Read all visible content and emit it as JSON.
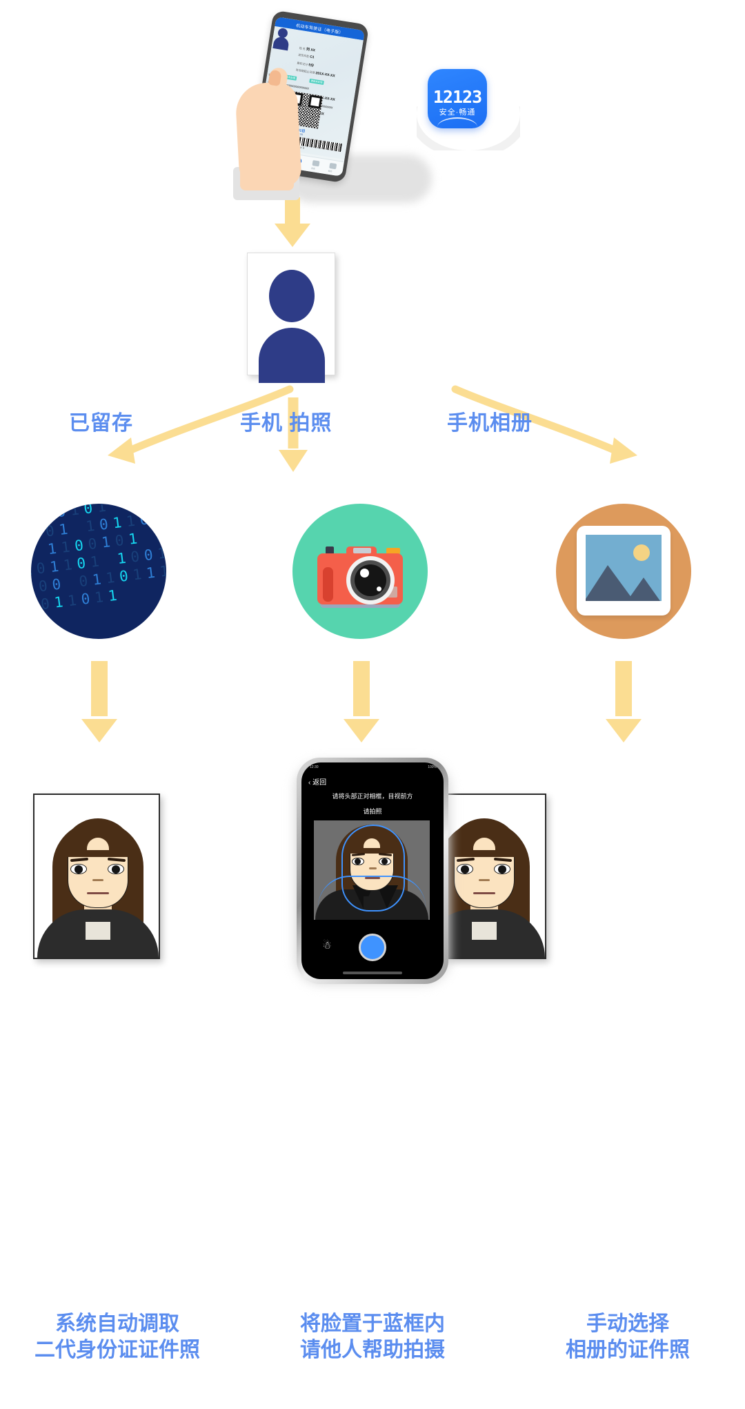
{
  "source_app": {
    "logo_number": "12123",
    "logo_slogan": "安全·畅通"
  },
  "license_card": {
    "title": "机动车驾驶证（电子版）",
    "fields": [
      {
        "label": "姓  名",
        "value": "刘 XX"
      },
      {
        "label": "准驾车型",
        "value": "C1"
      },
      {
        "label": "累积记分",
        "value": "5分"
      },
      {
        "label": "有效期起止日期",
        "value": "201X-XX-XX"
      }
    ],
    "chips": [
      "违法未处理",
      "事故未处理"
    ],
    "rows": [
      {
        "label": "状 态",
        "value": ""
      },
      {
        "label": "证 号",
        "value": "XXXXXXXXXXXXXXXXXX"
      },
      {
        "label": "性 别",
        "value": "男"
      },
      {
        "label": "出生日期",
        "value": "19XX-XX-XX"
      },
      {
        "label": "国 籍",
        "value": "中国"
      },
      {
        "label": "档案编号",
        "value": "XXXXXXXXXXXX"
      },
      {
        "label": "有效期限",
        "value": "201X-XX-XX 至 201X-XX-XX"
      }
    ],
    "generated_time": "生成时间为2021年09月01日",
    "stamp_time": "签发时间：2021年09月01日 15:42:09",
    "barcode_digits": "X XXXXXXXXXXXXXXXX"
  },
  "license_tabbar": [
    {
      "label": "首页"
    },
    {
      "label": "业务"
    },
    {
      "label": "扫一扫",
      "active": true
    },
    {
      "label": "消息"
    },
    {
      "label": "我的"
    }
  ],
  "branches": [
    {
      "id": "stored",
      "label": "已留存",
      "icon_name": "binary-data-icon",
      "icon_color": "#0f2560",
      "caption_line1": "系统自动调取",
      "caption_line2": "二代身份证证件照"
    },
    {
      "id": "camera",
      "label": "手机 拍照",
      "icon_name": "camera-icon",
      "icon_color": "#56d4ae",
      "caption_line1": "将脸置于蓝框内",
      "caption_line2": "请他人帮助拍摄"
    },
    {
      "id": "album",
      "label": "手机相册",
      "icon_name": "photo-gallery-icon",
      "icon_color": "#dd9a5c",
      "caption_line1": "手动选择",
      "caption_line2": "相册的证件照"
    }
  ],
  "camera_screen": {
    "back_label": "返回",
    "tip_primary": "请将头部正对相框，目视前方",
    "tip_secondary": "请拍照",
    "status_left": "12:30",
    "status_right": "100%",
    "flash_icon": "flashlight-icon",
    "shutter_icon": "shutter-button"
  },
  "theme": {
    "label_blue": "#5b8def",
    "arrow_yellow": "#fbdd92",
    "avatar_navy": "#2e3c87",
    "brand_blue": "#1b6ef3"
  }
}
